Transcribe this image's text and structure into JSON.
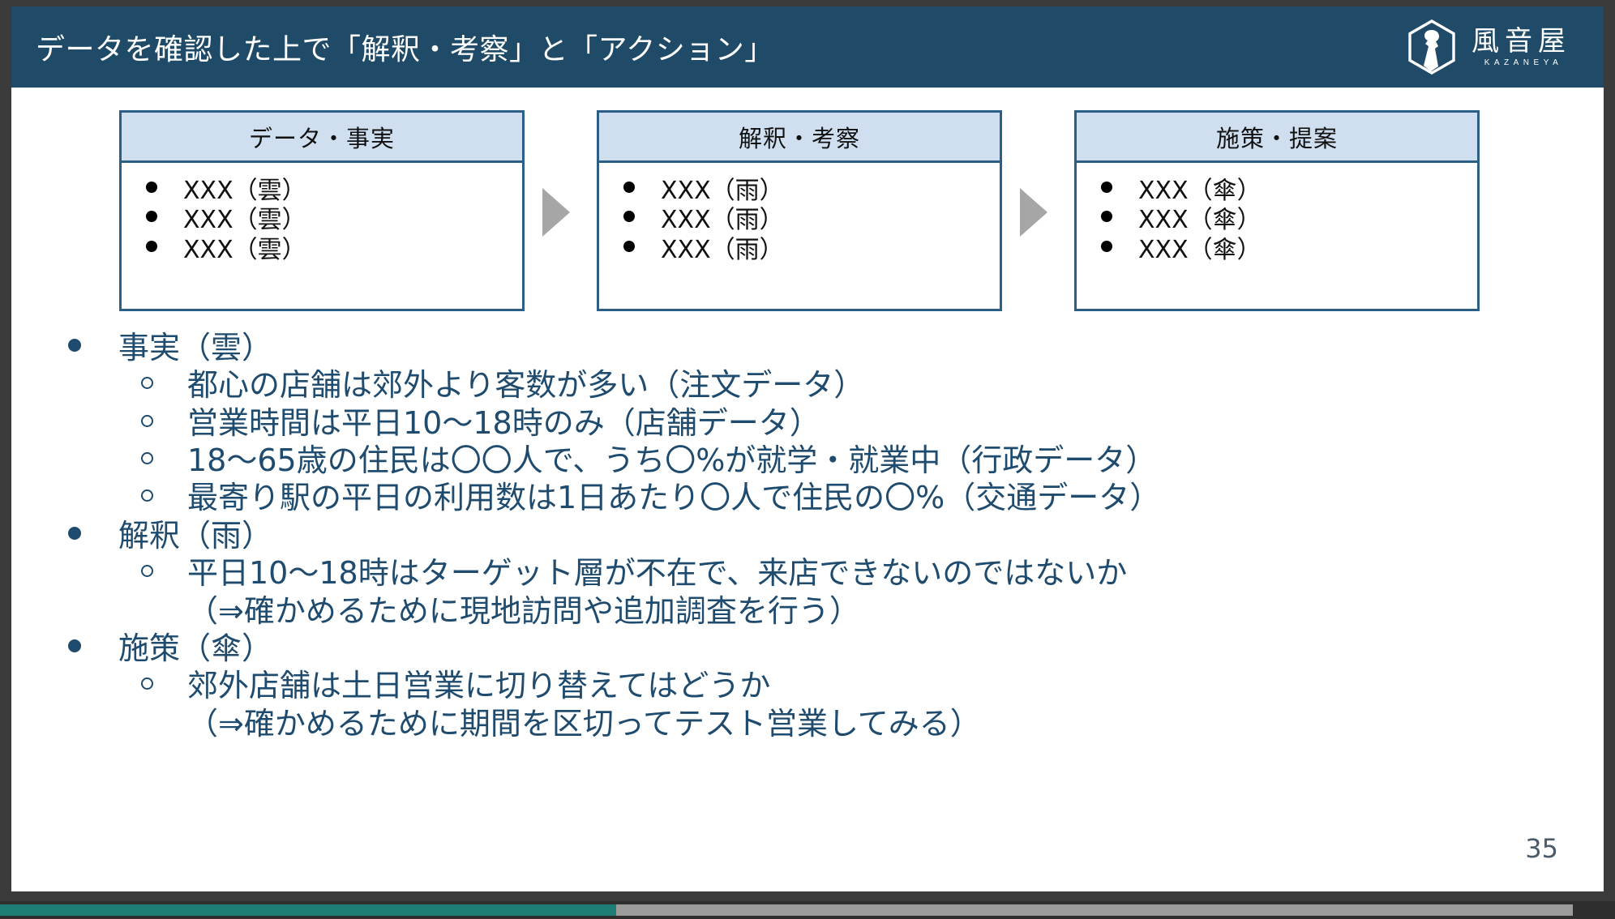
{
  "header": {
    "title": "データを確認した上で「解釈・考察」と「アクション」",
    "logo_kanji": "風音屋",
    "logo_roman": "KAZANEYA",
    "bar_color": "#1f4b68",
    "logo_icon": "kazaneya-hexagon-logo-icon"
  },
  "flow": {
    "boxes": [
      {
        "title": "データ・事実",
        "items": [
          "XXX（雲）",
          "XXX（雲）",
          "XXX（雲）"
        ]
      },
      {
        "title": "解釈・考察",
        "items": [
          "XXX（雨）",
          "XXX（雨）",
          "XXX（雨）"
        ]
      },
      {
        "title": "施策・提案",
        "items": [
          "XXX（傘）",
          "XXX（傘）",
          "XXX（傘）"
        ]
      }
    ],
    "arrow_color": "#a6a6a6",
    "header_fill": "#cfdff0",
    "border_color": "#2c5f85"
  },
  "body": {
    "text_color": "#1f4b6e",
    "sections": [
      {
        "heading": "事実（雲）",
        "items": [
          "都心の店舗は郊外より客数が多い（注文データ）",
          "営業時間は平日10〜18時のみ（店舗データ）",
          "18〜65歳の住民は〇〇人で、うち〇%が就学・就業中（行政データ）",
          "最寄り駅の平日の利用数は1日あたり〇人で住民の〇%（交通データ）"
        ],
        "continuations": []
      },
      {
        "heading": "解釈（雨）",
        "items": [
          "平日10〜18時はターゲット層が不在で、来店できないのではないか"
        ],
        "continuations": [
          "（⇒確かめるために現地訪問や追加調査を行う）"
        ]
      },
      {
        "heading": "施策（傘）",
        "items": [
          "郊外店舗は土日営業に切り替えてはどうか"
        ],
        "continuations": [
          "（⇒確かめるために期間を区切ってテスト営業してみる）"
        ]
      }
    ]
  },
  "footer": {
    "page_number": "35"
  }
}
